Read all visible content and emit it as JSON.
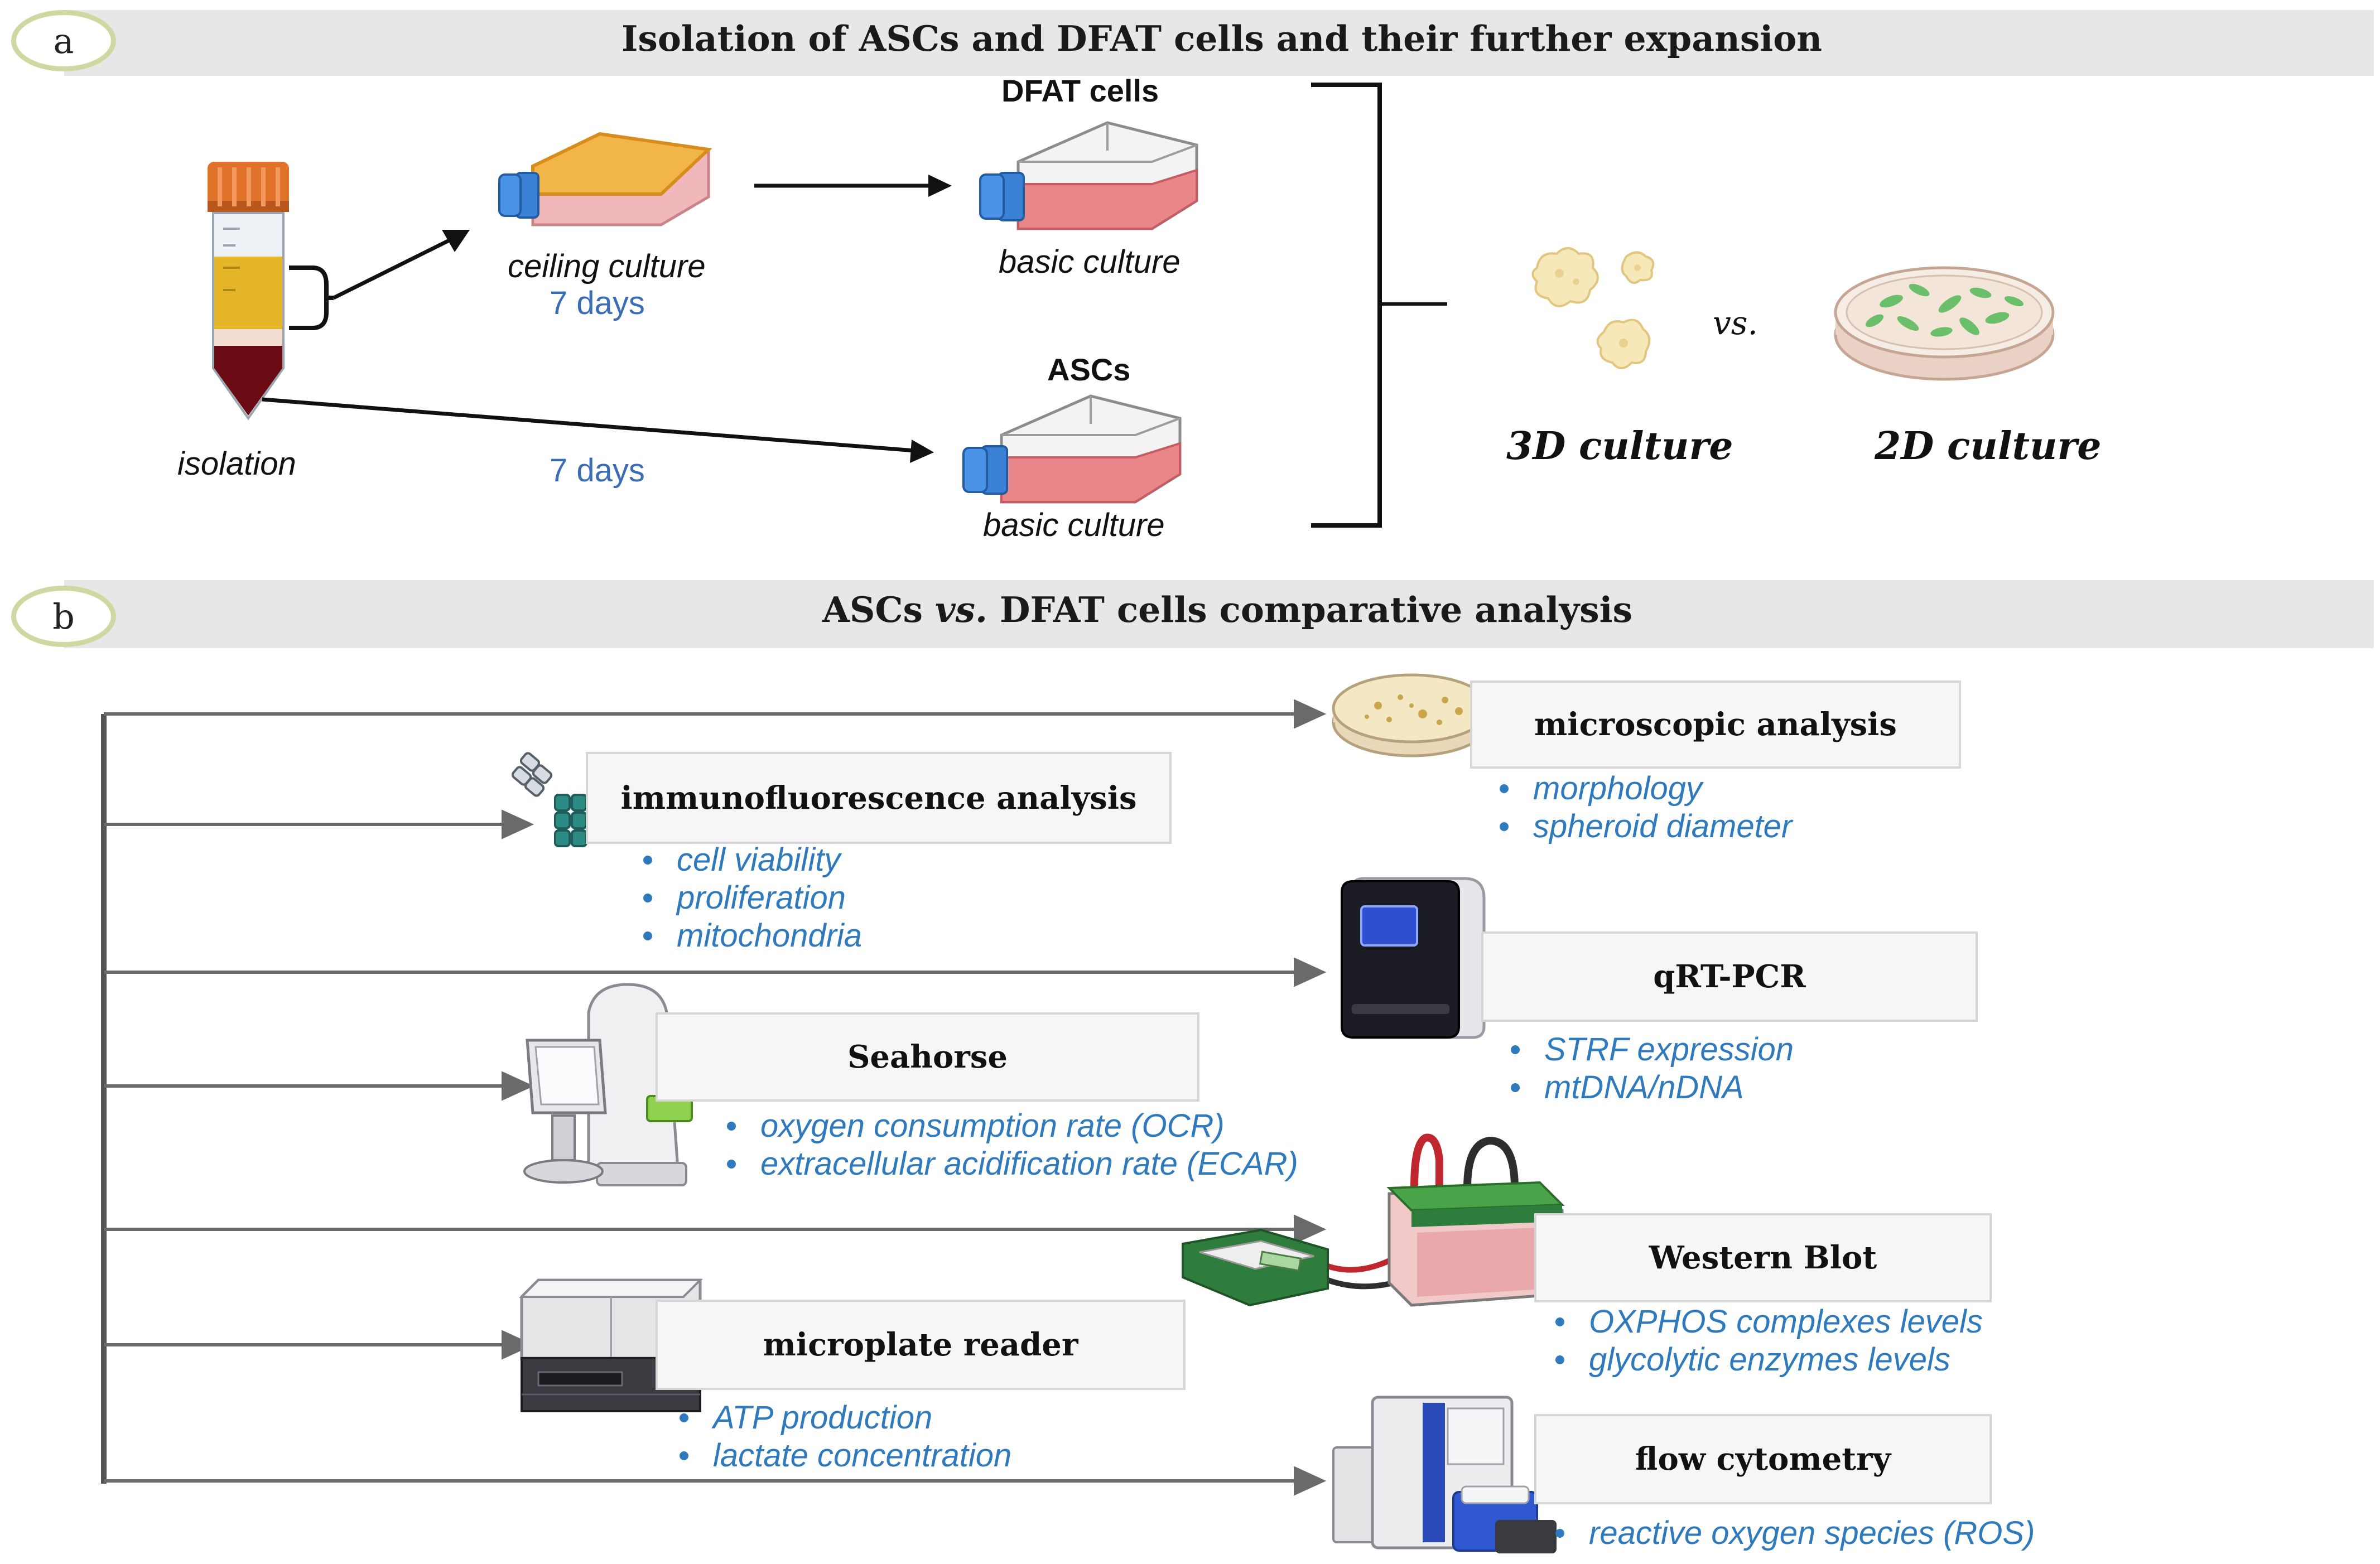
{
  "panel_a": {
    "badge": "a",
    "title": "Isolation of ASCs and DFAT cells and their further expansion",
    "isolation_label": "isolation",
    "ceiling_culture_label": "ceiling culture",
    "days_top": "7 days",
    "days_bottom": "7 days",
    "dfat_title": "DFAT cells",
    "dfat_culture_label": "basic culture",
    "ascs_title": "ASCs",
    "ascs_culture_label": "basic culture",
    "vs_label": "vs.",
    "culture_3d_label": "3D culture",
    "culture_2d_label": "2D culture"
  },
  "panel_b": {
    "badge": "b",
    "title_part1": "ASCs",
    "title_vs": "vs.",
    "title_part2": "DFAT cells comparative analysis",
    "methods": [
      {
        "label": "microscopic analysis",
        "icon": "petri-dish-icon",
        "items": [
          "morphology",
          "spheroid diameter"
        ]
      },
      {
        "label": "immunofluorescence analysis",
        "icon": "antibody-icon",
        "items": [
          "cell viability",
          "proliferation",
          "mitochondria"
        ]
      },
      {
        "label": "qRT-PCR",
        "icon": "pcr-machine-icon",
        "items": [
          "STRF expression",
          "mtDNA/nDNA"
        ]
      },
      {
        "label": "Seahorse",
        "icon": "seahorse-analyzer-icon",
        "items": [
          "oxygen consumption rate (OCR)",
          "extracellular acidification rate (ECAR)"
        ]
      },
      {
        "label": "Western Blot",
        "icon": "western-blot-icon",
        "items": [
          "OXPHOS complexes levels",
          "glycolytic enzymes levels"
        ]
      },
      {
        "label": "microplate reader",
        "icon": "microplate-reader-icon",
        "items": [
          "ATP production",
          "lactate concentration"
        ]
      },
      {
        "label": "flow cytometry",
        "icon": "flow-cytometer-icon",
        "items": [
          "reactive oxygen species (ROS)"
        ]
      }
    ]
  },
  "colors": {
    "banner": "#e7e7e7",
    "badge_ring": "#cdd9a0",
    "blue_text": "#2f79bd",
    "days_text": "#3a6db5",
    "arrow": "#555555",
    "flask_medium": "#e8868a",
    "ceiling_top": "#f2b548",
    "flask_cap": "#3b82d6",
    "tube_cap": "#e0722a",
    "spheroid": "#f6e8b8",
    "green_cells": "#6cbf6a"
  }
}
